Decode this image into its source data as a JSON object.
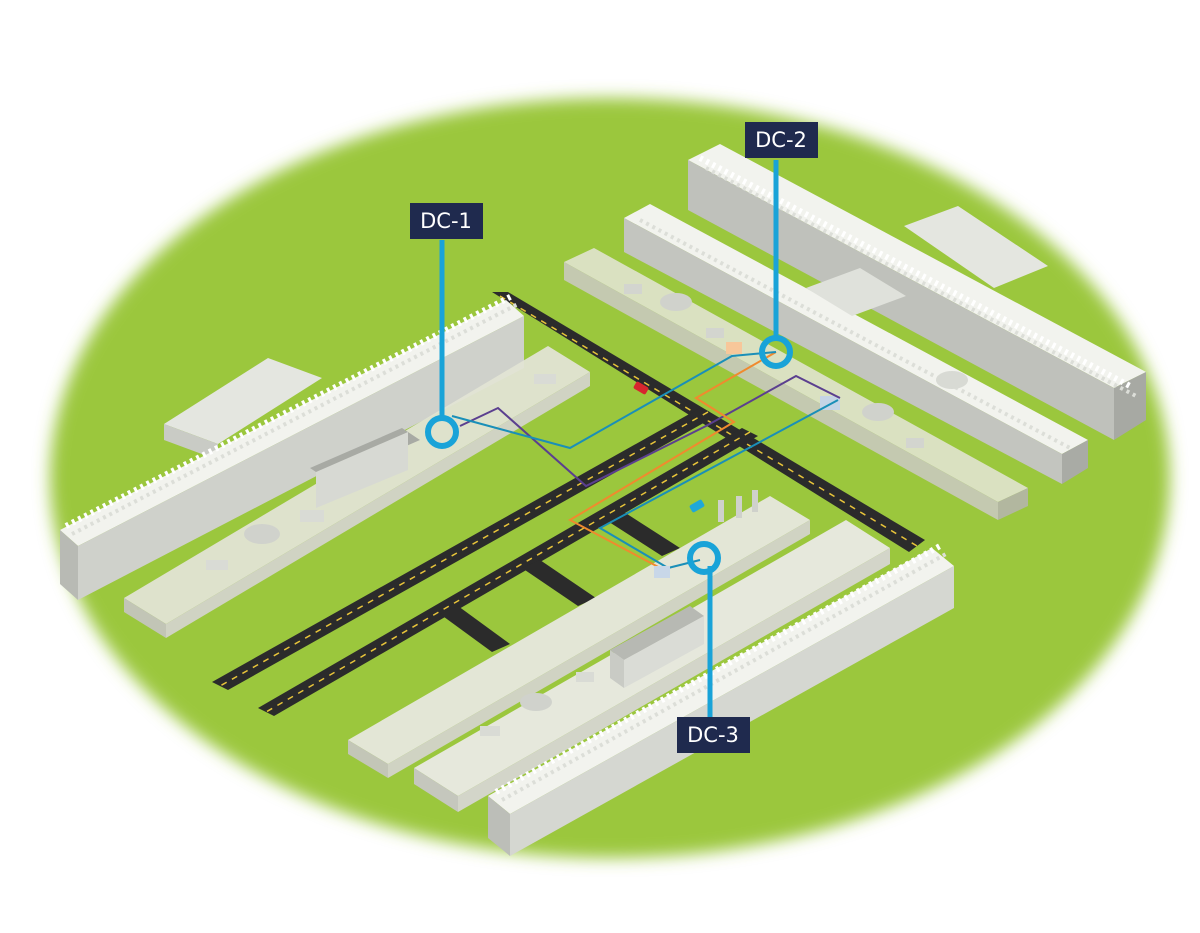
{
  "colors": {
    "ground": "#9bc73c",
    "road": "#2b2b2b",
    "road_line": "#e8c43a",
    "label_bg": "#1f2a4e",
    "label_text": "#ffffff",
    "pin": "#19a3d8",
    "link_purple": "#5b3f8f",
    "link_orange": "#f08a2e",
    "link_blue": "#1a8fb8"
  },
  "datacenters": [
    {
      "id": "dc1",
      "label": "DC-1"
    },
    {
      "id": "dc2",
      "label": "DC-2"
    },
    {
      "id": "dc3",
      "label": "DC-3"
    }
  ]
}
